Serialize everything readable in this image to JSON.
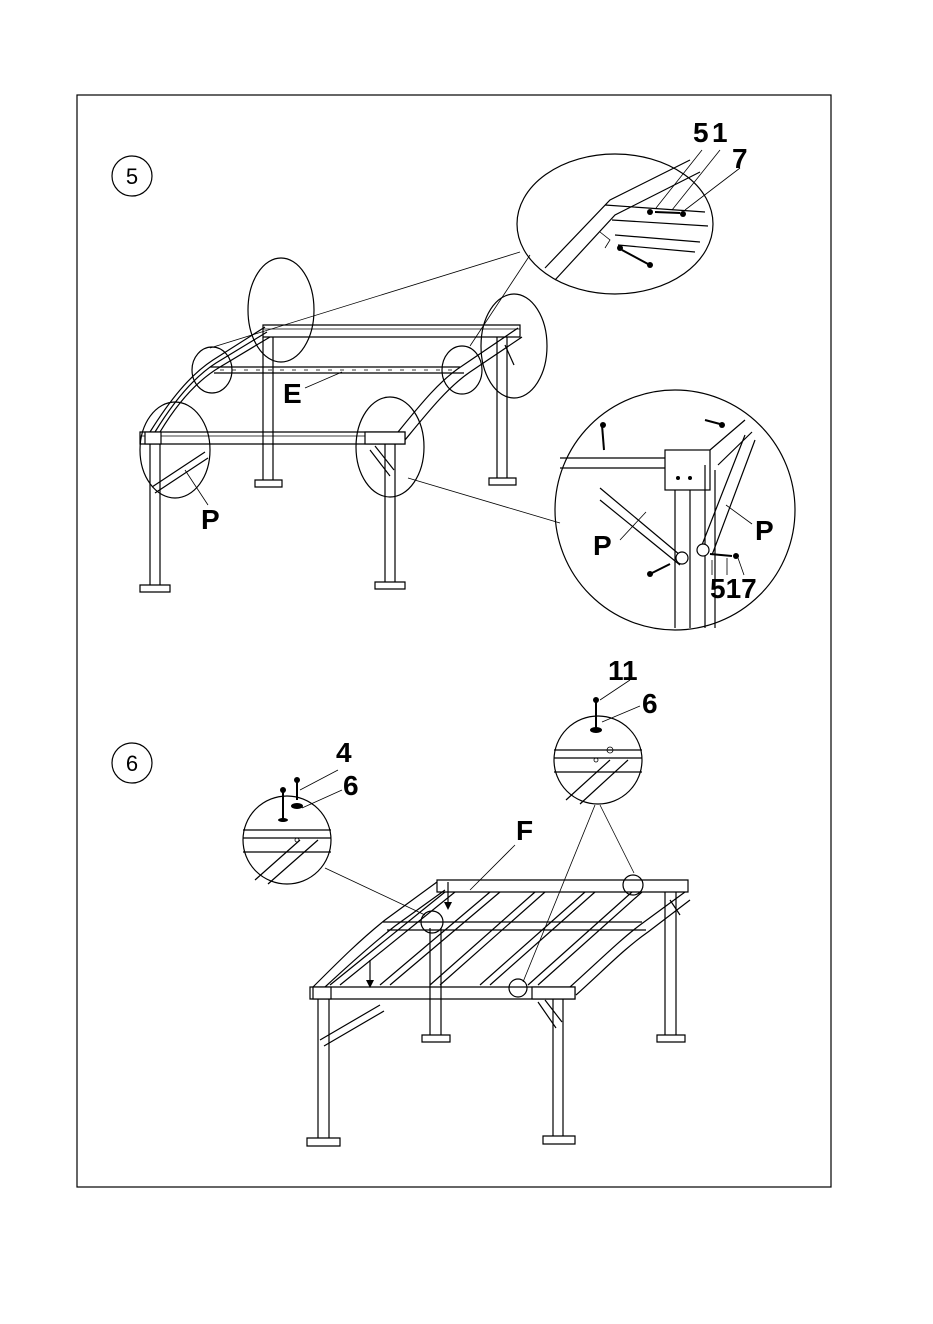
{
  "steps": [
    {
      "number": "5",
      "labels": {
        "frame": "E",
        "brace_left": "P",
        "detail_top": [
          "5",
          "1",
          "7"
        ],
        "detail_bottom_brace_a": "P",
        "detail_bottom_brace_b": "P",
        "detail_bottom_parts": "517"
      }
    },
    {
      "number": "6",
      "labels": {
        "roof": "F",
        "detail_left_bolt": "4",
        "detail_left_washer": "6",
        "detail_right_bolt": "11",
        "detail_right_washer": "6"
      }
    }
  ]
}
